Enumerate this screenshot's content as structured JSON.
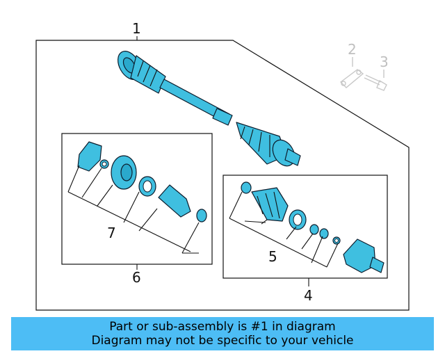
{
  "callouts": {
    "c1": "1",
    "c2": "2",
    "c3": "3",
    "c4": "4",
    "c5": "5",
    "c6": "6",
    "c7": "7"
  },
  "banner": {
    "line1": "Part or sub-assembly is #1 in diagram",
    "line2": "Diagram may not be specific to your vehicle"
  },
  "colors": {
    "part_fill": "#3fbfe0",
    "banner_bg": "#4dbdf5",
    "faded_callout": "#bfbfbf"
  }
}
